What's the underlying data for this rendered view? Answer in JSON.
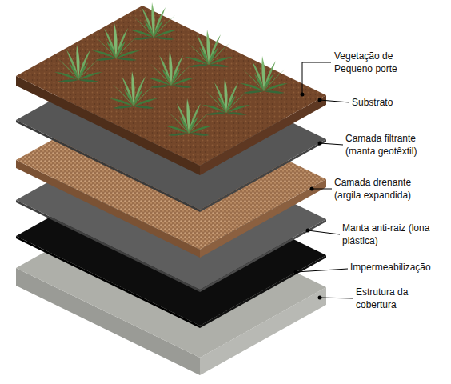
{
  "diagram": {
    "labels": [
      "Vegetação de Pequeno porte",
      "Substrato",
      "Camada filtrante (manta geotêxtil)",
      "Camada drenante (argila expandida)",
      "Manta anti-raiz (lona plástica)",
      "Impermeabilização",
      "Estrutura da cobertura"
    ]
  }
}
